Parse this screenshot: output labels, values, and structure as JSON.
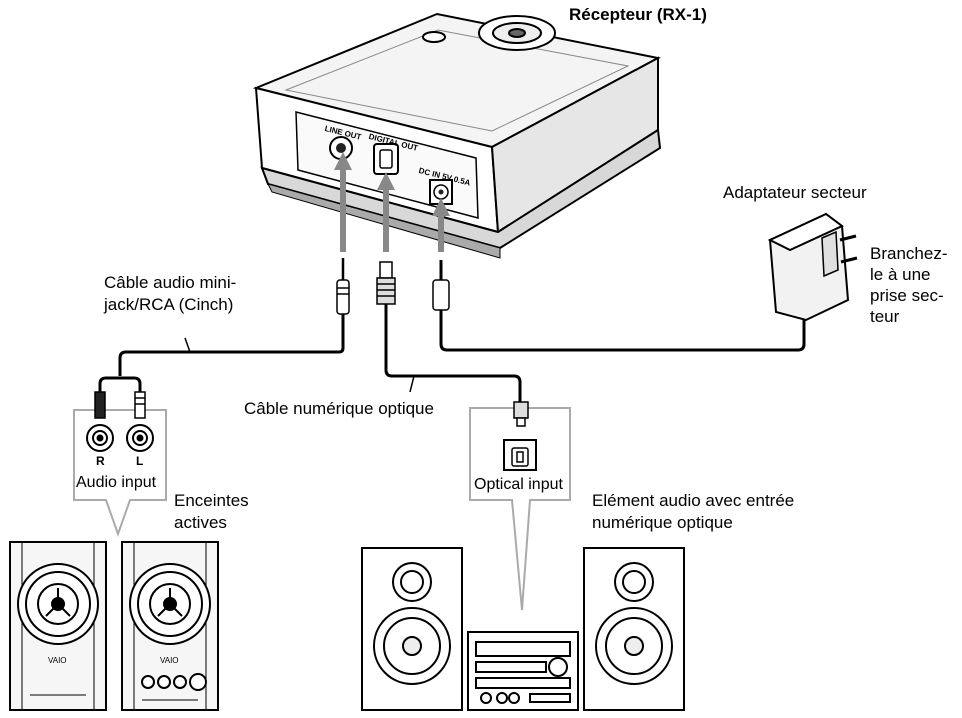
{
  "labels": {
    "receiver": "Récepteur (RX-1)",
    "adapter": "Adaptateur secteur",
    "plug_note": [
      "Branchez-",
      "le à une",
      "prise sec-",
      "teur"
    ],
    "minijack_cable": [
      "Câble audio mini-",
      "jack/RCA (Cinch)"
    ],
    "optical_cable": "Câble numérique optique",
    "active_speakers": [
      "Enceintes",
      "actives"
    ],
    "audio_component": [
      "Elément audio avec entrée",
      "numérique optique"
    ]
  },
  "panel_labels": {
    "line_out": "LINE OUT",
    "digital_out": "DIGITAL OUT",
    "dc_in": "DC IN 5V 0.5A"
  },
  "callouts": {
    "audio_input": "Audio input",
    "right_channel": "R",
    "left_channel": "L",
    "optical_input": "Optical input"
  },
  "branding": {
    "speaker_logo": "VAIO"
  }
}
